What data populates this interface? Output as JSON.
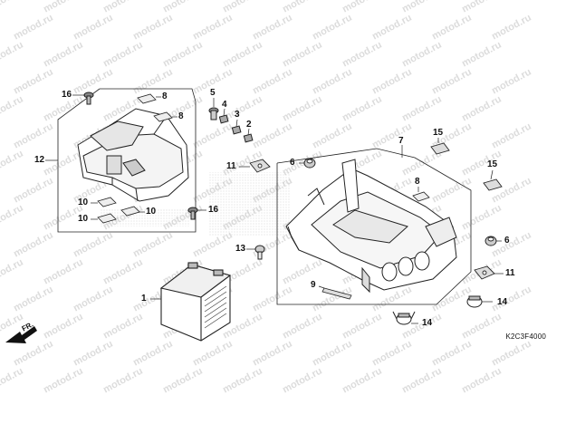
{
  "watermark_text": "motod.ru",
  "diagram_code": "K2C3F4000",
  "front_marker": "FR.",
  "callouts": [
    {
      "id": "c1",
      "label": "1"
    },
    {
      "id": "c2",
      "label": "2"
    },
    {
      "id": "c3",
      "label": "3"
    },
    {
      "id": "c4",
      "label": "4"
    },
    {
      "id": "c5",
      "label": "5"
    },
    {
      "id": "c6a",
      "label": "6"
    },
    {
      "id": "c6b",
      "label": "6"
    },
    {
      "id": "c7",
      "label": "7"
    },
    {
      "id": "c8a",
      "label": "8"
    },
    {
      "id": "c8b",
      "label": "8"
    },
    {
      "id": "c8c",
      "label": "8"
    },
    {
      "id": "c9",
      "label": "9"
    },
    {
      "id": "c10a",
      "label": "10"
    },
    {
      "id": "c10b",
      "label": "10"
    },
    {
      "id": "c10c",
      "label": "10"
    },
    {
      "id": "c11a",
      "label": "11"
    },
    {
      "id": "c11b",
      "label": "11"
    },
    {
      "id": "c12",
      "label": "12"
    },
    {
      "id": "c13",
      "label": "13"
    },
    {
      "id": "c14a",
      "label": "14"
    },
    {
      "id": "c14b",
      "label": "14"
    },
    {
      "id": "c15a",
      "label": "15"
    },
    {
      "id": "c15b",
      "label": "15"
    },
    {
      "id": "c16a",
      "label": "16"
    },
    {
      "id": "c16b",
      "label": "16"
    }
  ]
}
